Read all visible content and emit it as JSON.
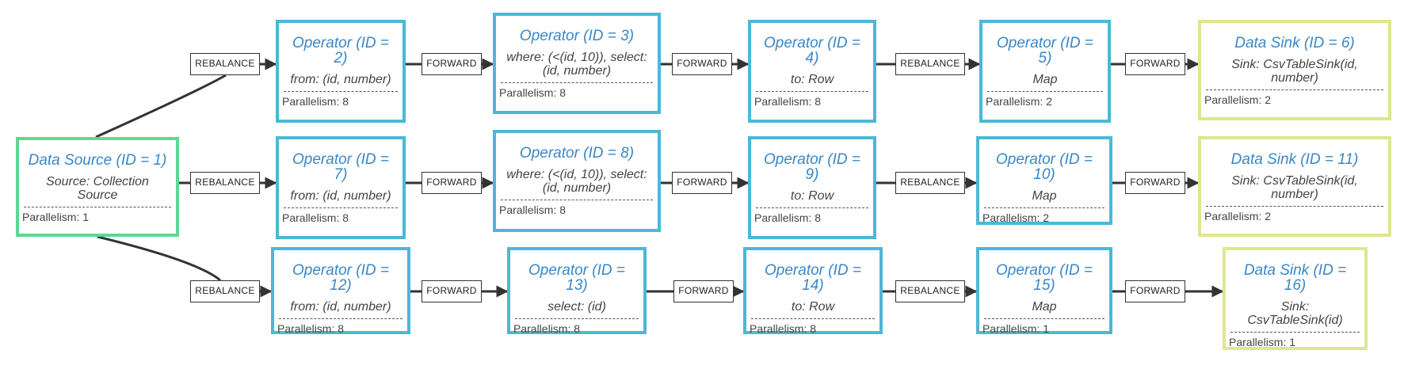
{
  "nodes": [
    {
      "id": 1,
      "kind": "source",
      "title": "Data Source (ID = 1)",
      "desc": "Source: Collection Source",
      "parallelism": "Parallelism: 1"
    },
    {
      "id": 2,
      "kind": "operator",
      "title": "Operator (ID = 2)",
      "desc": "from: (id, number)",
      "parallelism": "Parallelism: 8"
    },
    {
      "id": 3,
      "kind": "operator",
      "title": "Operator (ID = 3)",
      "desc": "where: (<(id, 10)), select: (id, number)",
      "parallelism": "Parallelism: 8"
    },
    {
      "id": 4,
      "kind": "operator",
      "title": "Operator (ID = 4)",
      "desc": "to: Row",
      "parallelism": "Parallelism: 8"
    },
    {
      "id": 5,
      "kind": "operator",
      "title": "Operator (ID = 5)",
      "desc": "Map",
      "parallelism": "Parallelism: 2"
    },
    {
      "id": 6,
      "kind": "sink",
      "title": "Data Sink (ID = 6)",
      "desc": "Sink: CsvTableSink(id, number)",
      "parallelism": "Parallelism: 2"
    },
    {
      "id": 7,
      "kind": "operator",
      "title": "Operator (ID = 7)",
      "desc": "from: (id, number)",
      "parallelism": "Parallelism: 8"
    },
    {
      "id": 8,
      "kind": "operator",
      "title": "Operator (ID = 8)",
      "desc": "where: (<(id, 10)), select: (id, number)",
      "parallelism": "Parallelism: 8"
    },
    {
      "id": 9,
      "kind": "operator",
      "title": "Operator (ID = 9)",
      "desc": "to: Row",
      "parallelism": "Parallelism: 8"
    },
    {
      "id": 10,
      "kind": "operator",
      "title": "Operator (ID = 10)",
      "desc": "Map",
      "parallelism": "Parallelism: 2"
    },
    {
      "id": 11,
      "kind": "sink",
      "title": "Data Sink (ID = 11)",
      "desc": "Sink: CsvTableSink(id, number)",
      "parallelism": "Parallelism: 2"
    },
    {
      "id": 12,
      "kind": "operator",
      "title": "Operator (ID = 12)",
      "desc": "from: (id, number)",
      "parallelism": "Parallelism: 8"
    },
    {
      "id": 13,
      "kind": "operator",
      "title": "Operator (ID = 13)",
      "desc": "select: (id)",
      "parallelism": "Parallelism: 8"
    },
    {
      "id": 14,
      "kind": "operator",
      "title": "Operator (ID = 14)",
      "desc": "to: Row",
      "parallelism": "Parallelism: 8"
    },
    {
      "id": 15,
      "kind": "operator",
      "title": "Operator (ID = 15)",
      "desc": "Map",
      "parallelism": "Parallelism: 1"
    },
    {
      "id": 16,
      "kind": "sink",
      "title": "Data Sink (ID = 16)",
      "desc": "Sink: CsvTableSink(id)",
      "parallelism": "Parallelism: 1"
    }
  ],
  "edges": [
    {
      "from": 1,
      "to": 2,
      "label": "REBALANCE"
    },
    {
      "from": 2,
      "to": 3,
      "label": "FORWARD"
    },
    {
      "from": 3,
      "to": 4,
      "label": "FORWARD"
    },
    {
      "from": 4,
      "to": 5,
      "label": "REBALANCE"
    },
    {
      "from": 5,
      "to": 6,
      "label": "FORWARD"
    },
    {
      "from": 1,
      "to": 7,
      "label": "REBALANCE"
    },
    {
      "from": 7,
      "to": 8,
      "label": "FORWARD"
    },
    {
      "from": 8,
      "to": 9,
      "label": "FORWARD"
    },
    {
      "from": 9,
      "to": 10,
      "label": "REBALANCE"
    },
    {
      "from": 10,
      "to": 11,
      "label": "FORWARD"
    },
    {
      "from": 1,
      "to": 12,
      "label": "REBALANCE"
    },
    {
      "from": 12,
      "to": 13,
      "label": "FORWARD"
    },
    {
      "from": 13,
      "to": 14,
      "label": "FORWARD"
    },
    {
      "from": 14,
      "to": 15,
      "label": "REBALANCE"
    },
    {
      "from": 15,
      "to": 16,
      "label": "FORWARD"
    }
  ],
  "colors": {
    "source_border": "#5fd693",
    "operator_border": "#4bb8d6",
    "sink_border": "#dfe68f",
    "title_text": "#3a87c7",
    "edge": "#333333"
  }
}
